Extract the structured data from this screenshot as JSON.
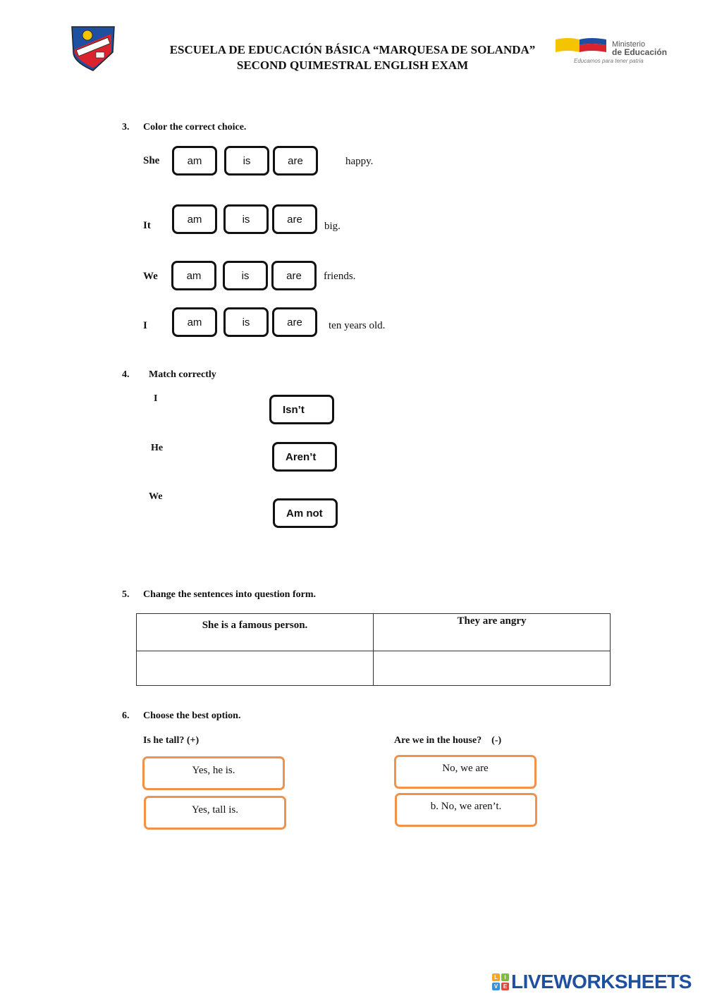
{
  "header": {
    "school": "ESCUELA DE EDUCACIÓN BÁSICA “MARQUESA DE SOLANDA”",
    "exam": "SECOND QUIMESTRAL ENGLISH EXAM",
    "ministry": {
      "line1": "Ministerio",
      "line2": "de Educación",
      "slogan": "Educamos para tener patria",
      "colors": [
        "#f5c400",
        "#1f4fa0",
        "#d9232d"
      ]
    },
    "crest_colors": [
      "#1f4fa0",
      "#d9232d",
      "#f5c400"
    ]
  },
  "q3": {
    "number": "3.",
    "title": "Color the correct choice.",
    "options": [
      "am",
      "is",
      "are"
    ],
    "rows": [
      {
        "subject": "She",
        "tail": "happy."
      },
      {
        "subject": "It",
        "tail": "big."
      },
      {
        "subject": "We",
        "tail": "friends."
      },
      {
        "subject": "I",
        "tail": "ten years old."
      }
    ]
  },
  "q4": {
    "number": "4.",
    "title": "Match correctly",
    "subjects": [
      "I",
      "He",
      "We"
    ],
    "choices": [
      "Isn’t",
      "Aren’t",
      "Am not"
    ]
  },
  "q5": {
    "number": "5.",
    "title": "Change the sentences into question form.",
    "sentences": [
      "She is a famous person.",
      "They are angry"
    ],
    "answers": [
      "",
      ""
    ]
  },
  "q6": {
    "number": "6.",
    "title": "Choose the best option.",
    "option_border_color": "#f0924a",
    "questions": [
      {
        "prompt": "Is he tall? (+)",
        "options": [
          "Yes, he is.",
          "Yes, tall is."
        ]
      },
      {
        "prompt": "Are we in the house?    (-)",
        "options": [
          "No, we are",
          "b. No, we aren’t."
        ]
      }
    ]
  },
  "footer": {
    "brand": "LIVEWORKSHEETS",
    "logo_letters": [
      "L",
      "I",
      "V",
      "E"
    ],
    "brand_color": "#1f4fa0"
  }
}
